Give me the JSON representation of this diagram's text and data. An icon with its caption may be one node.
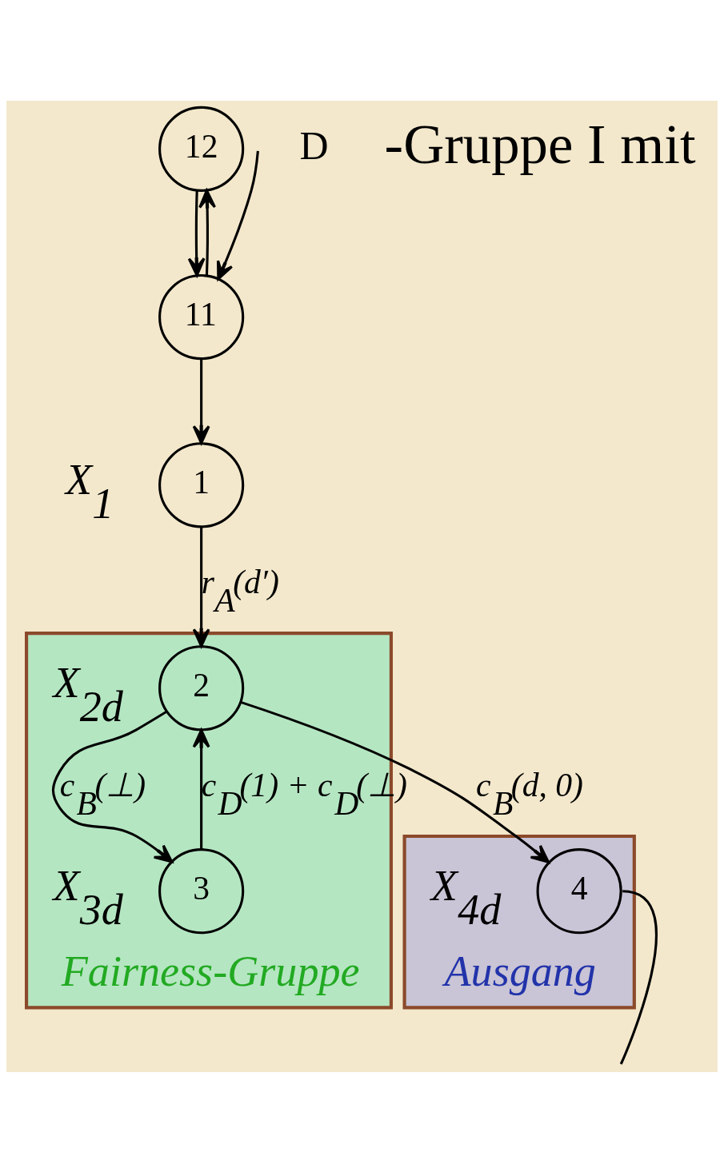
{
  "diagram": {
    "nodes": [
      {
        "text": [
          "12"
        ]
      },
      {
        "text": [
          "1"
        ],
        "beside": [
          "X$_{1}$"
        ]
      },
      {
        "text": [
          "11"
        ]
      },
      {
        "text": [
          "Ausgang"
        ]
      },
      {
        "text": [
          "4"
        ],
        "in": 3,
        "beside": [
          "X$_{4d}$"
        ]
      },
      {
        "text": [
          "Fairness-Gruppe"
        ]
      },
      {
        "text": [
          "2"
        ],
        "in": 5,
        "beside": [
          "X$_{2d}$"
        ]
      },
      {
        "text": [
          "3"
        ],
        "in": 5,
        "beside": [
          "X$_{3d}$"
        ]
      }
    ],
    "edges": [
      {
        "from": 0,
        "to": 2,
        "arrow": "to"
      },
      {
        "from": 2,
        "to": 0,
        "arrow": "to"
      },
      {
        "from": null,
        "to": 2,
        "arrow": "to"
      },
      {
        "from": 2,
        "to": 1,
        "arrow": "to"
      },
      {
        "from": 1,
        "to": 6,
        "arrow": "to",
        "label": "r$_{A}$(d′)"
      },
      {
        "from": 6,
        "to": 4,
        "arrow": "to",
        "label": "c$_{B}$(d, 0)"
      },
      {
        "from": 4,
        "to": null,
        "arrow": "none"
      },
      {
        "from": 6,
        "to": 7,
        "arrow": "to",
        "label": "c$_{B}$(⊥)"
      },
      {
        "from": 7,
        "to": 6,
        "arrow": "to",
        "label": "c$_{D}$(1) + c$_{D}$(⊥)"
      }
    ],
    "labels": [
      "D",
      "-Gruppe I mit"
    ]
  }
}
